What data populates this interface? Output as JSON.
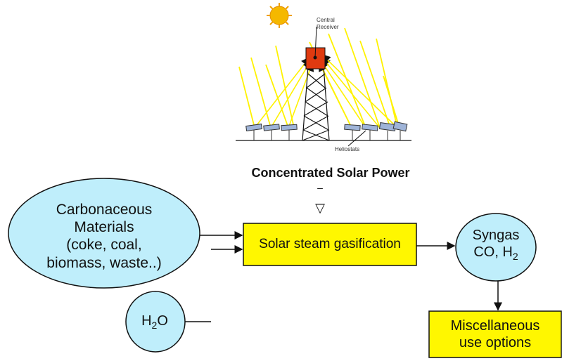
{
  "solar": {
    "receiver_label_1": "Central",
    "receiver_label_2": "Receiver",
    "heliostats_label": "Heliostats",
    "caption": "Concentrated Solar Power",
    "dash": "–",
    "arrow_glyph": "▽"
  },
  "nodes": {
    "carbonaceous": {
      "line1": "Carbonaceous",
      "line2": "Materials",
      "line3": "(coke, coal,",
      "line4": "biomass, waste..)"
    },
    "gasification": {
      "label": "Solar steam gasification"
    },
    "syngas": {
      "line1": "Syngas",
      "line2_prefix": "CO, H",
      "line2_sub": "2"
    },
    "water": {
      "prefix": "H",
      "sub": "2",
      "suffix": "O"
    },
    "misc": {
      "line1": "Miscellaneous",
      "line2": "use options"
    }
  },
  "colors": {
    "ellipse_fill": "#bfeefb",
    "box_fill": "#fff700",
    "sun": "#f5b800",
    "ray": "#fff200",
    "receiver": "#e03a10"
  }
}
